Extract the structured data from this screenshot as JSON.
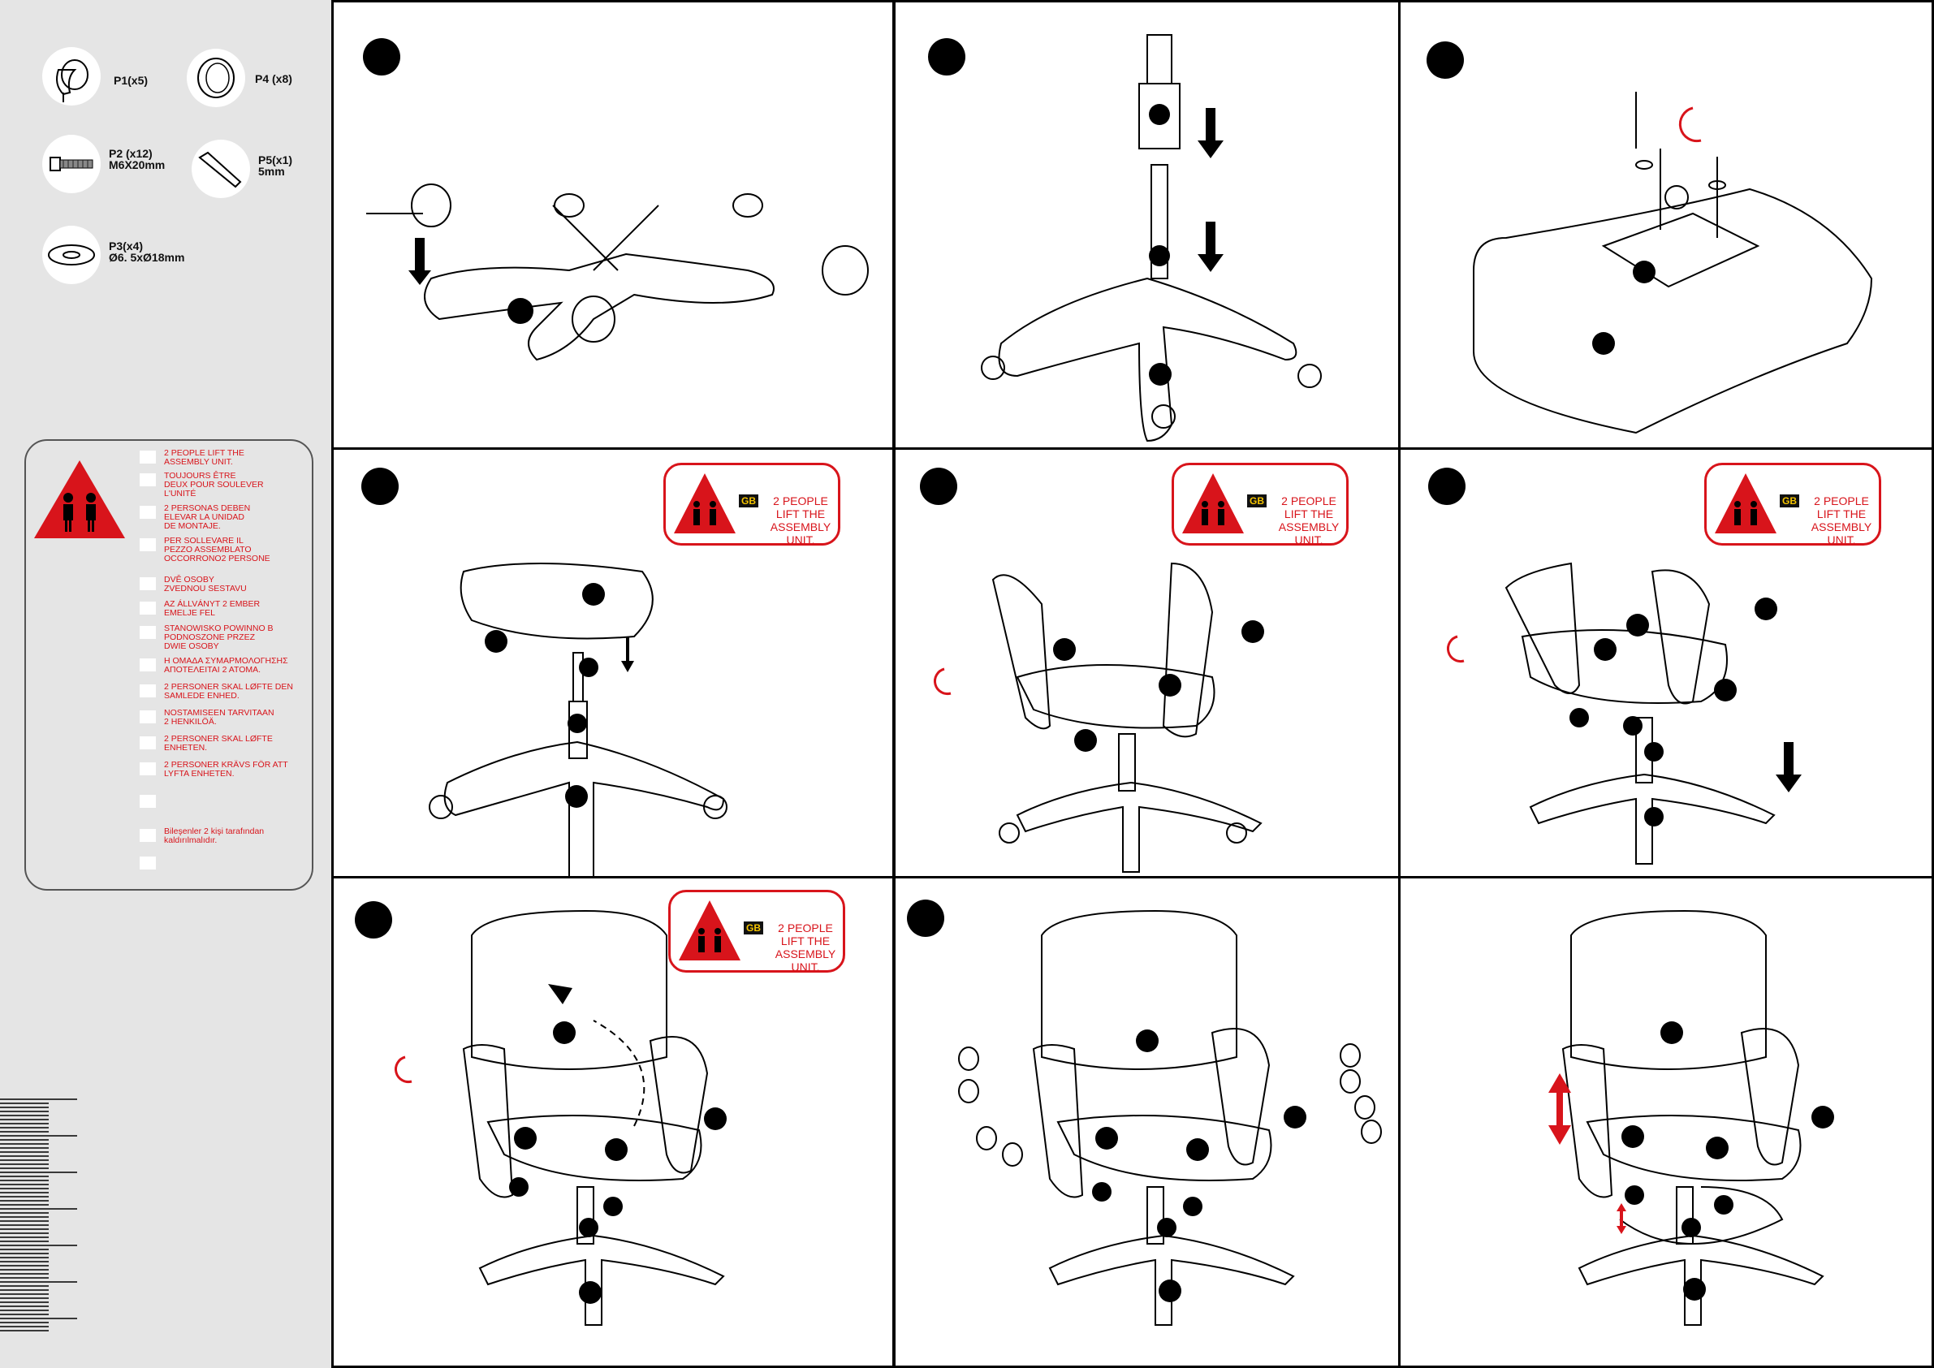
{
  "parts": [
    {
      "id": "p1",
      "label": "P1(x5)",
      "icon": "caster-wheel-icon"
    },
    {
      "id": "p4",
      "label": "P4 (x8)",
      "icon": "cap-icon"
    },
    {
      "id": "p2",
      "label": "P2 (x12)\nM6X20mm",
      "icon": "bolt-icon"
    },
    {
      "id": "p5",
      "label": "P5(x1)\n5mm",
      "icon": "allen-key-icon"
    },
    {
      "id": "p3",
      "label": "P3(x4)\nØ6. 5xØ18mm",
      "icon": "washer-icon"
    }
  ],
  "warnings": [
    "2 PEOPLE LIFT THE\nASSEMBLY UNIT.",
    "TOUJOURS ÊTRE\nDEUX POUR SOULEVER\nL'UNITÉ",
    "2 PERSONAS DEBEN\nELEVAR LA UNIDAD\nDE MONTAJE.",
    "PER SOLLEVARE IL\nPEZZO ASSEMBLATO\nOCCORRONO2 PERSONE",
    "DVĚ OSOBY\nZVEDNOU SESTAVU",
    "AZ ÁLLVÁNYT 2 EMBER\nEMELJE FEL",
    "STANOWISKO POWINNO B\nPODNOSZONE PRZEZ\nDWIE OSOBY",
    "Η ΟΜΑΔΑ ΣΥΜΑΡΜΟΛΟΓΗΣΗΣ\nΑΠΟΤΕΛΕΙΤΑΙ 2 ΑΤΟΜΑ.",
    "2 PERSONER SKAL LØFTE DEN\nSAMLEDE ENHED.",
    "NOSTAMISEEN TARVITAAN\n2 HENKILÖÄ.",
    "2 PERSONER SKAL LØFTE\nENHETEN.",
    "2 PERSONER KRÄVS FÖR ATT\n    LYFTA ENHETEN.",
    "",
    "Bileşenler 2 kişi tarafından\nkaldırılmalıdır.",
    ""
  ],
  "badge": {
    "lang": "GB",
    "text": "2 PEOPLE LIFT THE ASSEMBLY UNIT."
  },
  "colors": {
    "accent": "#d8141b",
    "sidebar": "#e5e5e5",
    "ink": "#000000",
    "badge_label": "#f5c400"
  },
  "steps": [
    {
      "name": "wheel-base",
      "badge": false
    },
    {
      "name": "gas-lift",
      "badge": false
    },
    {
      "name": "seat-mechanism",
      "badge": false
    },
    {
      "name": "seat-on-base",
      "badge": true
    },
    {
      "name": "armrests",
      "badge": true
    },
    {
      "name": "backrest-frame",
      "badge": true
    },
    {
      "name": "backrest-up",
      "badge": true
    },
    {
      "name": "caps",
      "badge": false
    },
    {
      "name": "adjust",
      "badge": false
    }
  ]
}
